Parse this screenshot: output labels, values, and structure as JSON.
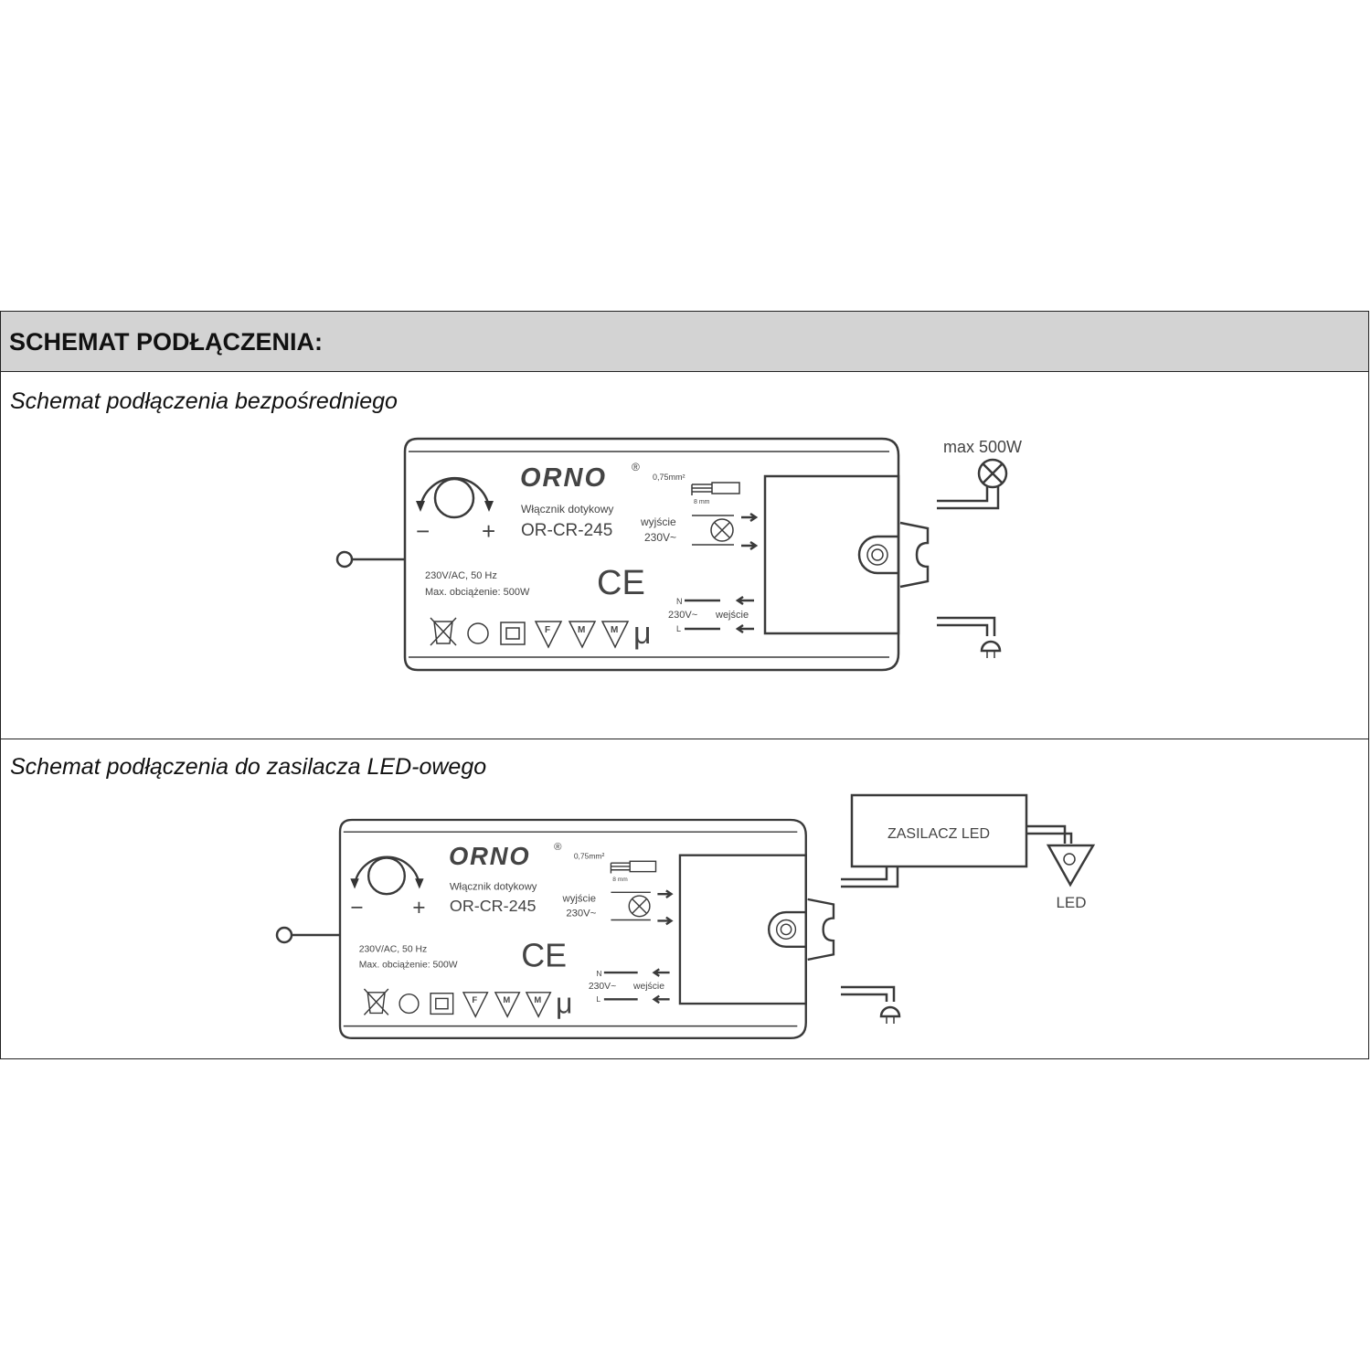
{
  "header": {
    "title": "SCHEMAT PODŁĄCZENIA:"
  },
  "sections": [
    {
      "title": "Schemat podłączenia bezpośredniego",
      "load_label": "max 500W"
    },
    {
      "title": "Schemat podłączenia do zasilacza LED-owego",
      "psu_label": "ZASILACZ LED",
      "led_label": "LED"
    }
  ],
  "device": {
    "brand": "ORNO",
    "registered": "®",
    "wire_size": "0,75mm²",
    "strip_length": "8 mm",
    "product_type": "Włącznik dotykowy",
    "model": "OR-CR-245",
    "minus": "−",
    "plus": "+",
    "output_label": "wyjście",
    "output_voltage": "230V~",
    "supply": "230V/AC, 50 Hz",
    "max_load": "Max. obciążenie: 500W",
    "ce_mark": "CE",
    "n_label": "N",
    "l_label": "L",
    "input_voltage": "230V~",
    "input_label": "wejście",
    "mark_f": "F",
    "mark_m1": "M",
    "mark_m2": "M",
    "mark_mu": "μ"
  }
}
